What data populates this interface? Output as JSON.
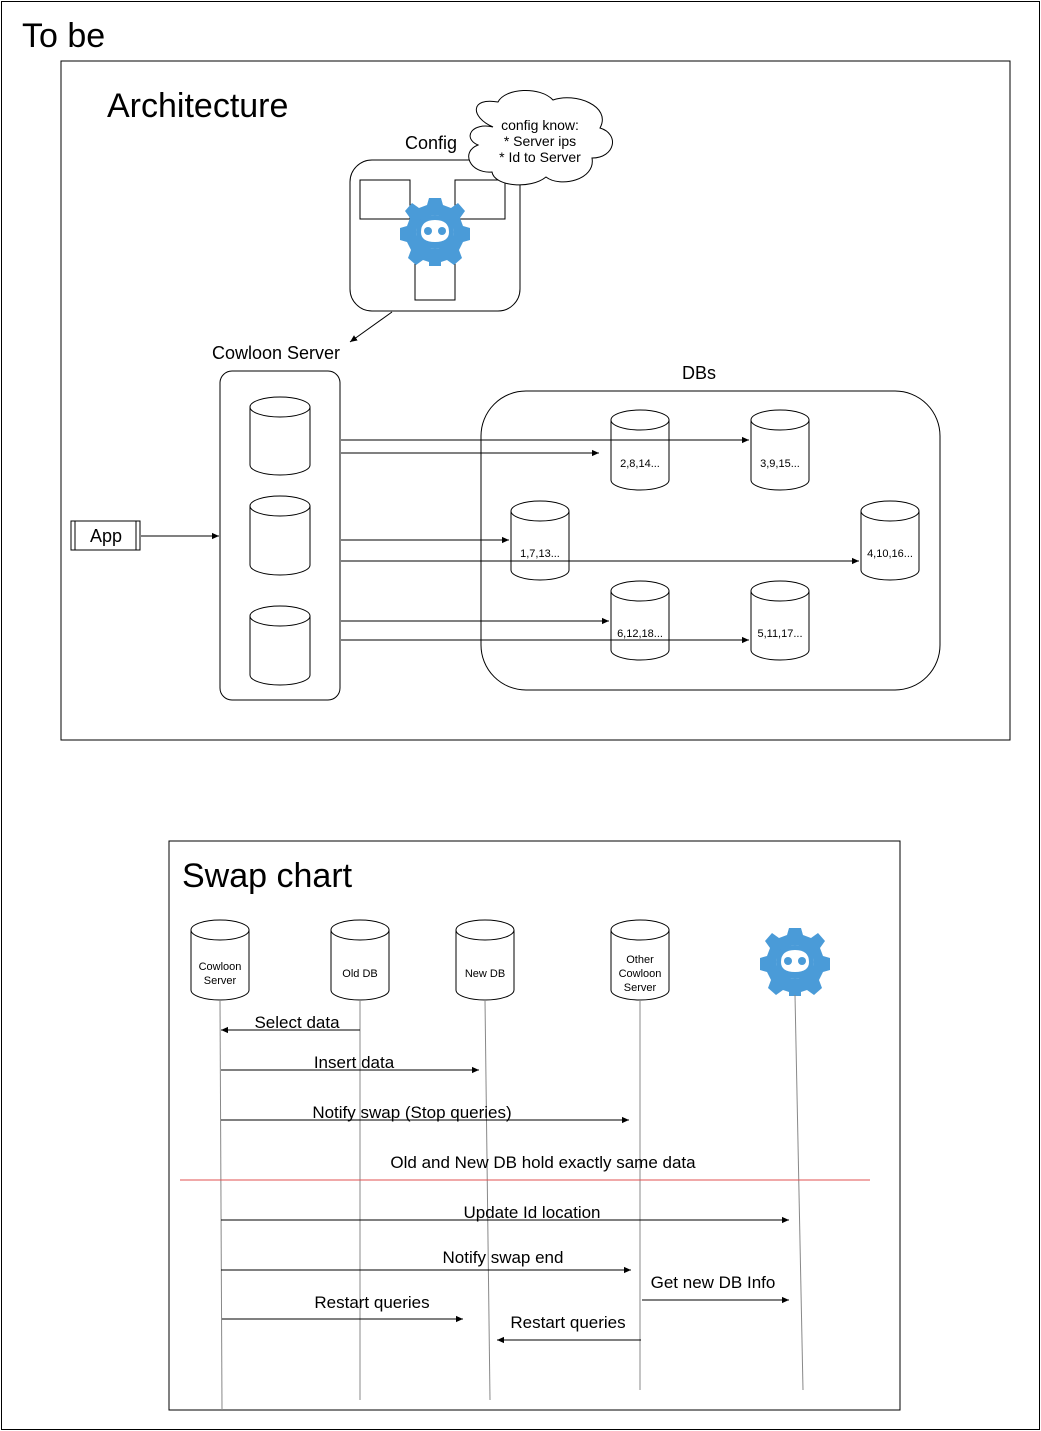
{
  "page": {
    "title": "To be"
  },
  "architecture": {
    "title": "Architecture",
    "config": {
      "label": "Config",
      "note_lines": [
        "config know:",
        "* Server ips",
        "* Id to Server"
      ]
    },
    "server": {
      "label": "Cowloon Server"
    },
    "dbs": {
      "label": "DBs",
      "items": [
        {
          "label": "2,8,14..."
        },
        {
          "label": "3,9,15..."
        },
        {
          "label": "1,7,13..."
        },
        {
          "label": "4,10,16..."
        },
        {
          "label": "6,12,18..."
        },
        {
          "label": "5,11,17..."
        }
      ]
    },
    "app": {
      "label": "App"
    }
  },
  "swap_chart": {
    "title": "Swap chart",
    "participants": [
      {
        "lines": [
          "Cowloon",
          "Server"
        ]
      },
      {
        "lines": [
          "Old DB"
        ]
      },
      {
        "lines": [
          "New DB"
        ]
      },
      {
        "lines": [
          "Other",
          "Cowloon",
          "Server"
        ]
      },
      {
        "icon": "etcd-icon"
      }
    ],
    "messages": [
      {
        "label": "Select data"
      },
      {
        "label": "Insert data"
      },
      {
        "label": "Notify swap (Stop queries)"
      },
      {
        "label": "Update Id location"
      },
      {
        "label": "Notify swap end"
      },
      {
        "label": "Get new DB Info"
      },
      {
        "label": "Restart queries"
      },
      {
        "label": "Restart queries"
      }
    ],
    "divider": {
      "label": "Old and New DB hold exactly same data",
      "color": "#e05050"
    }
  },
  "colors": {
    "icon_blue": "#4a9bd8",
    "stroke": "#000000"
  }
}
